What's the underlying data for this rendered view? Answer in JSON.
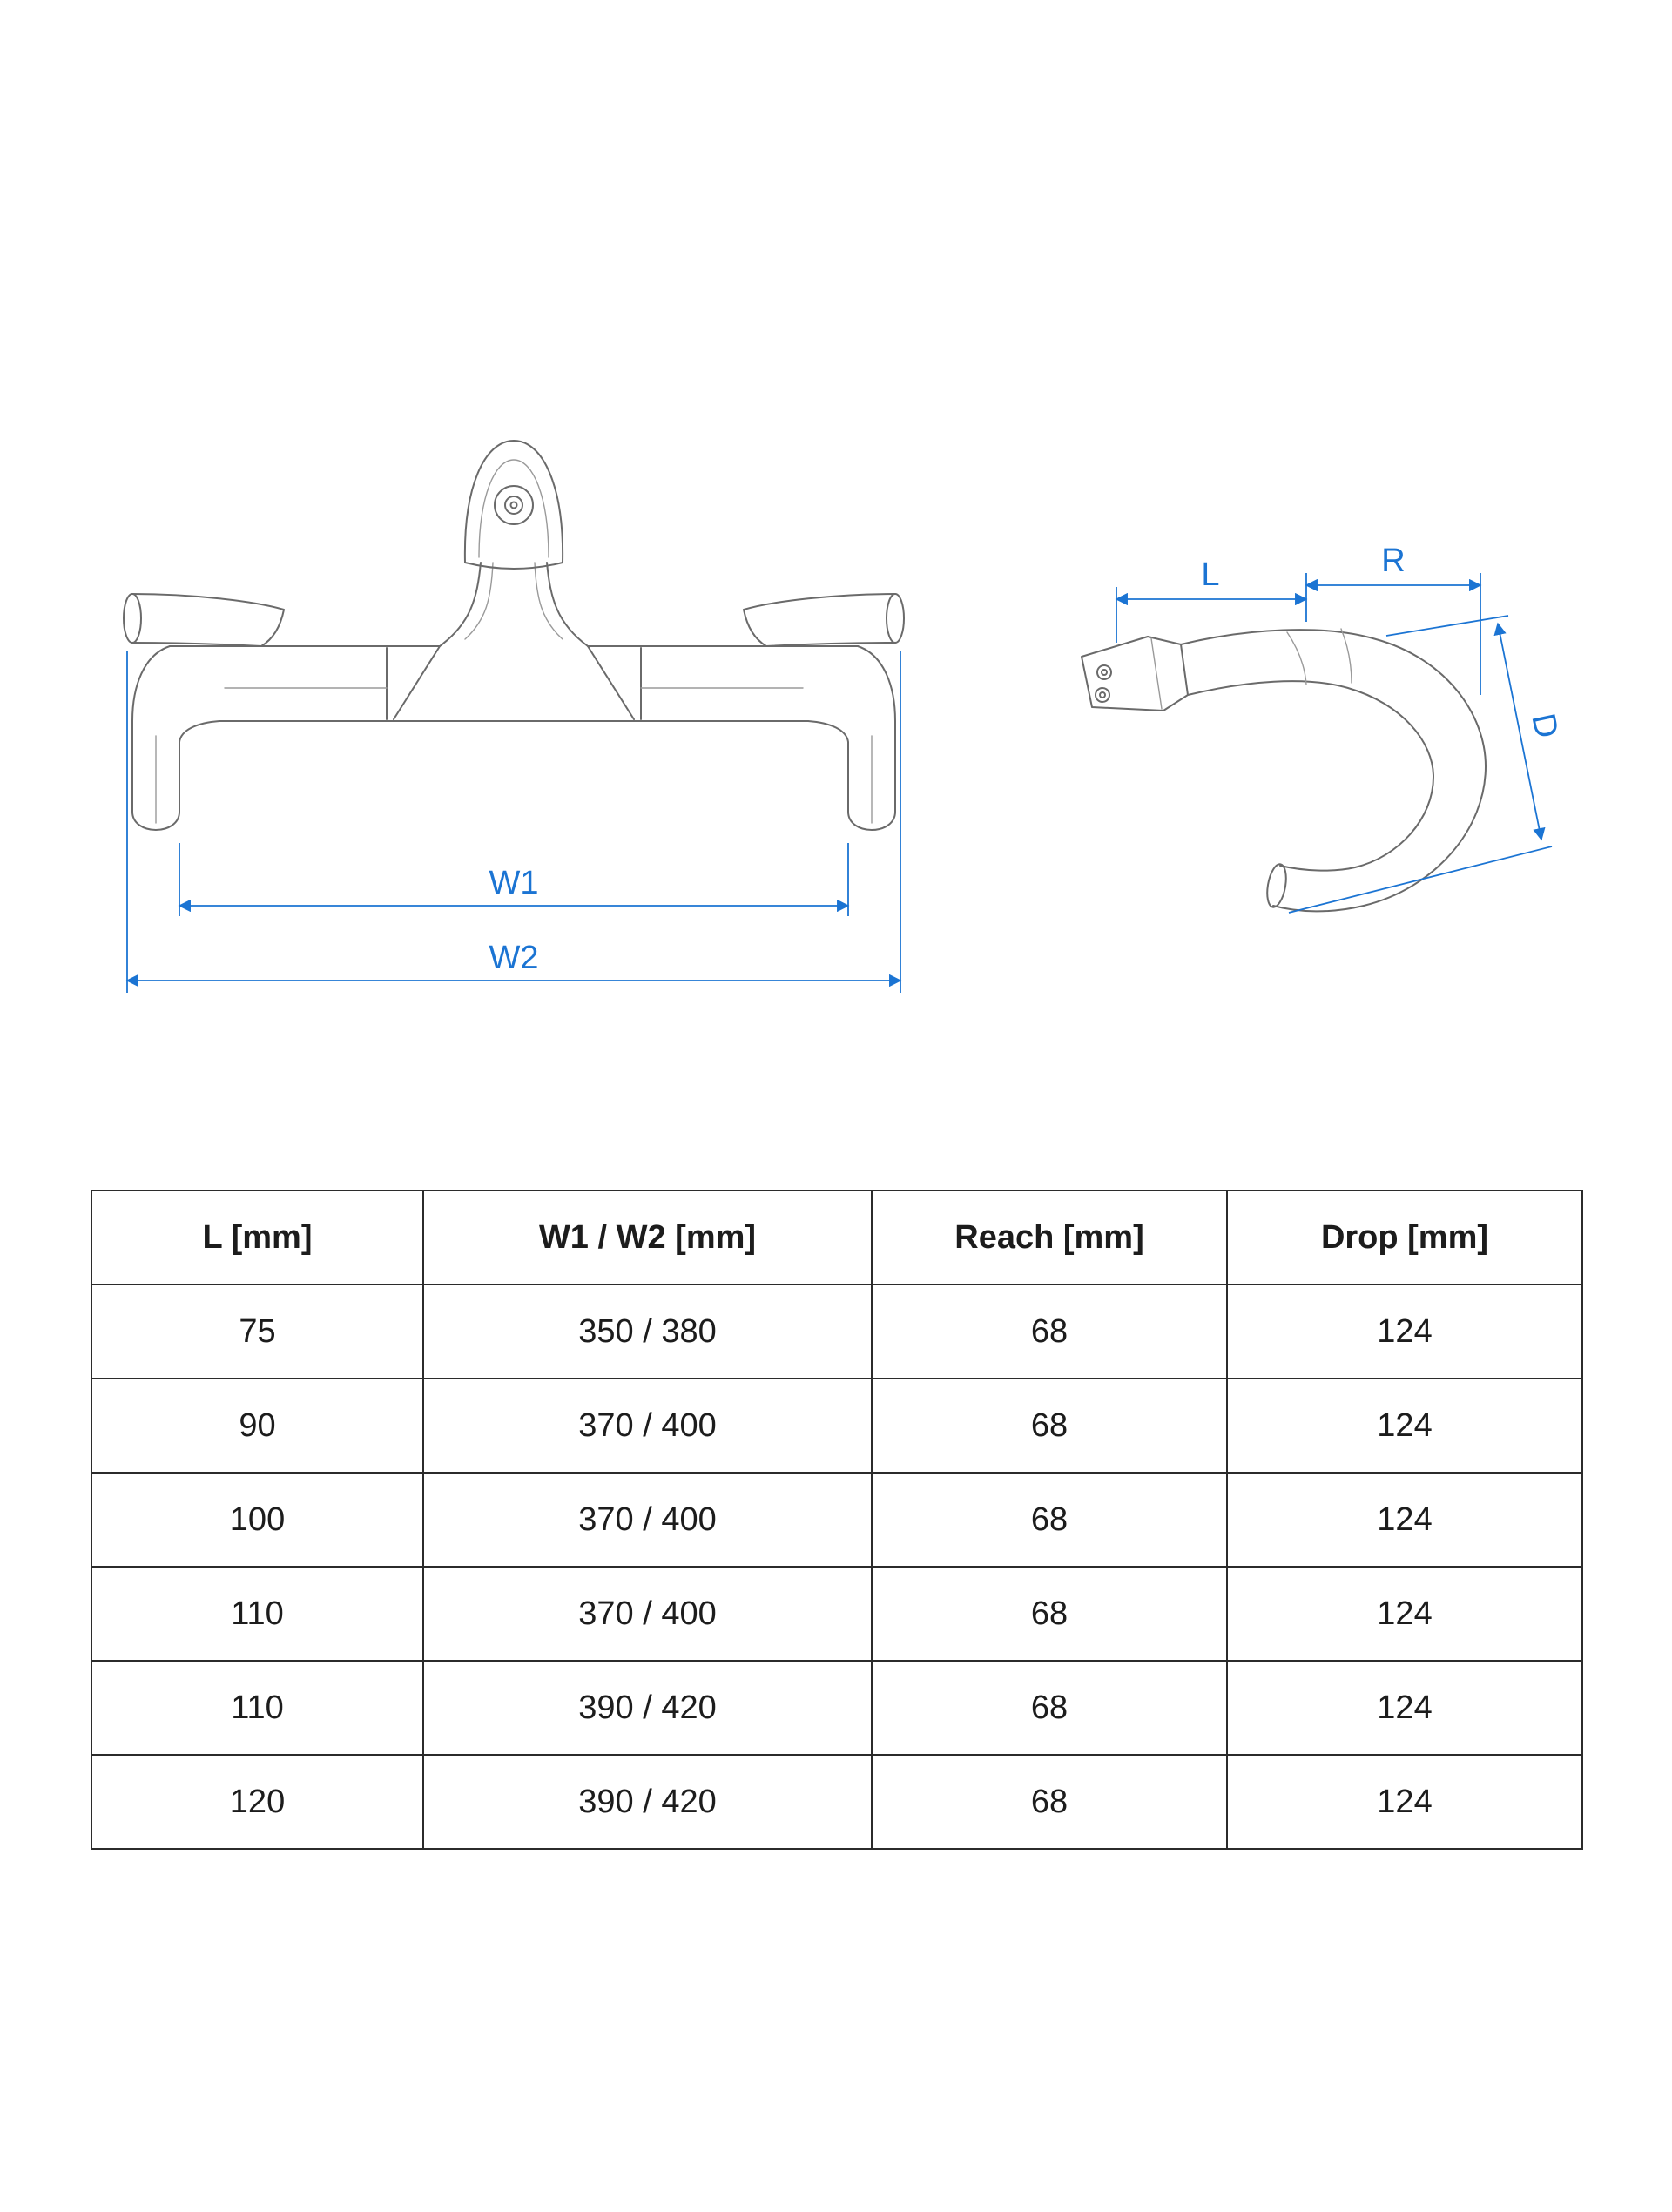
{
  "colors": {
    "dimension_blue": "#1b74d3",
    "drawing_line": "#6a6a6a",
    "table_border": "#2b2b2b",
    "text": "#1c1c1c",
    "background": "#ffffff"
  },
  "diagram": {
    "front_view": {
      "name": "integrated-handlebar-front-view",
      "dimension_labels": {
        "w1": "W1",
        "w2": "W2"
      }
    },
    "side_view": {
      "name": "integrated-handlebar-side-view",
      "dimension_labels": {
        "l": "L",
        "r": "R",
        "d": "D"
      }
    }
  },
  "table": {
    "headers": [
      "L [mm]",
      "W1 / W2 [mm]",
      "Reach [mm]",
      "Drop [mm]"
    ],
    "rows": [
      [
        "75",
        "350 / 380",
        "68",
        "124"
      ],
      [
        "90",
        "370 / 400",
        "68",
        "124"
      ],
      [
        "100",
        "370 / 400",
        "68",
        "124"
      ],
      [
        "110",
        "370 / 400",
        "68",
        "124"
      ],
      [
        "110",
        "390 / 420",
        "68",
        "124"
      ],
      [
        "120",
        "390 / 420",
        "68",
        "124"
      ]
    ]
  }
}
